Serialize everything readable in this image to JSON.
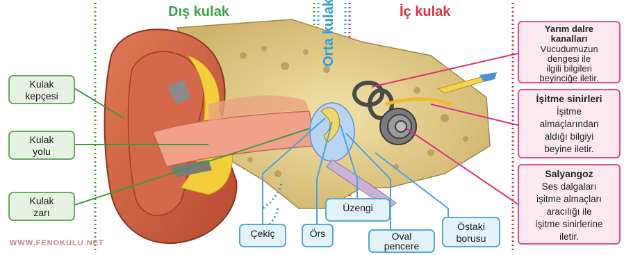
{
  "regions": {
    "outer": "Dış kulak",
    "middle": "Orta kulak",
    "inner": "İç kulak"
  },
  "left_labels": {
    "pinna": [
      "Kulak",
      "kepçesi"
    ],
    "canal": [
      "Kulak",
      "yolu"
    ],
    "eardrum": [
      "Kulak",
      "zarı"
    ]
  },
  "bottom_labels": {
    "hammer": "Çekiç",
    "anvil": "Örs",
    "stirrup": "Üzengi",
    "oval_window": [
      "Oval",
      "pencere"
    ],
    "eustachian": [
      "Östaki",
      "borusu"
    ]
  },
  "info_boxes": {
    "semicircular": {
      "title": [
        "Yarım dalre",
        "kanalları"
      ],
      "desc": [
        "Vücudumuzun",
        "dengesi ile",
        "ilgili bilgileri",
        "beyinciğe iletir."
      ]
    },
    "auditory_nerve": {
      "title": [
        "İşitme sinirleri"
      ],
      "desc": [
        "İşitme",
        "almaçlarından",
        "aldığı bilgiyi",
        "beyine iletir."
      ]
    },
    "cochlea": {
      "title": [
        "Salyangoz"
      ],
      "desc": [
        "Ses dalgaları",
        "işitme almaçları",
        "aracılığı ile",
        "işitme sinirlerine",
        "iletir."
      ]
    }
  },
  "watermark": "WWW.FENOKULU.NET",
  "colors": {
    "outer": "#3aa548",
    "middle": "#2a9fd8",
    "inner": "#d6333e",
    "pink": "#e0307e",
    "green_line": "#3e9a3e",
    "blue_line": "#4aa3dd"
  }
}
